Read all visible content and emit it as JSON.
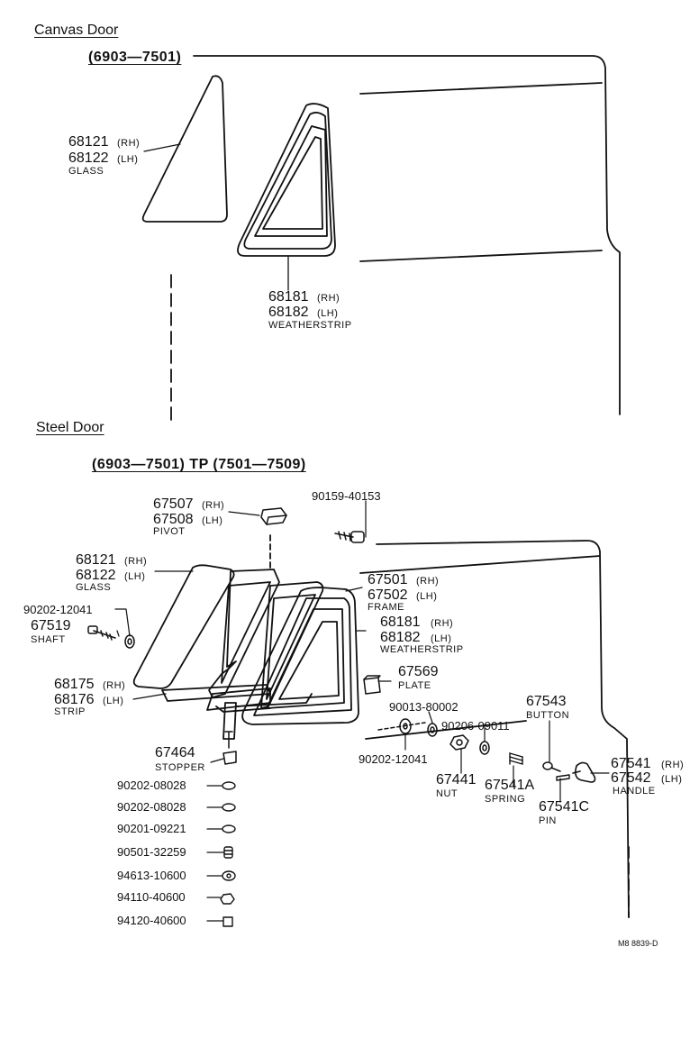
{
  "sections": {
    "canvas_title": "Canvas Door",
    "canvas_range": "(6903—7501)",
    "steel_title": "Steel Door",
    "steel_range": "(6903—7501)  TP  (7501—7509)"
  },
  "canvas_labels": {
    "glass_rh": "68121",
    "glass_rh_side": "(RH)",
    "glass_lh": "68122",
    "glass_lh_side": "(LH)",
    "glass_name": "GLASS",
    "ws_rh": "68181",
    "ws_rh_side": "(RH)",
    "ws_lh": "68182",
    "ws_lh_side": "(LH)",
    "ws_name": "WEATHERSTRIP"
  },
  "steel_labels": {
    "pivot_rh": "67507",
    "pivot_rh_side": "(RH)",
    "pivot_lh": "67508",
    "pivot_lh_side": "(LH)",
    "pivot_name": "PIVOT",
    "bolt": "90159-40153",
    "glass_rh": "68121",
    "glass_rh_side": "(RH)",
    "glass_lh": "68122",
    "glass_lh_side": "(LH)",
    "glass_name": "GLASS",
    "frame_rh": "67501",
    "frame_rh_side": "(RH)",
    "frame_lh": "67502",
    "frame_lh_side": "(LH)",
    "frame_name": "FRAME",
    "ws_rh": "68181",
    "ws_rh_side": "(RH)",
    "ws_lh": "68182",
    "ws_lh_side": "(LH)",
    "ws_name": "WEATHERSTRIP",
    "washer_shaft": "90202-12041",
    "shaft": "67519",
    "shaft_name": "SHAFT",
    "plate": "67569",
    "plate_name": "PLATE",
    "strip_rh": "68175",
    "strip_rh_side": "(RH)",
    "strip_lh": "68176",
    "strip_lh_side": "(LH)",
    "strip_name": "STRIP",
    "washer_a": "90013-80002",
    "button": "67543",
    "button_name": "BUTTON",
    "washer_b": "90206-09011",
    "washer_c": "90202-12041",
    "handle_rh": "67541",
    "handle_rh_side": "(RH)",
    "handle_lh": "67542",
    "handle_lh_side": "(LH)",
    "handle_name": "HANDLE",
    "nut": "67441",
    "nut_name": "NUT",
    "spring": "67541A",
    "spring_name": "SPRING",
    "pin": "67541C",
    "pin_name": "PIN",
    "stopper": "67464",
    "stopper_name": "STOPPER",
    "hw1": "90202-08028",
    "hw2": "90202-08028",
    "hw3": "90201-09221",
    "hw4": "90501-32259",
    "hw5": "94613-10600",
    "hw6": "94110-40600",
    "hw7": "94120-40600"
  },
  "figure_code": "M8 8839-D"
}
